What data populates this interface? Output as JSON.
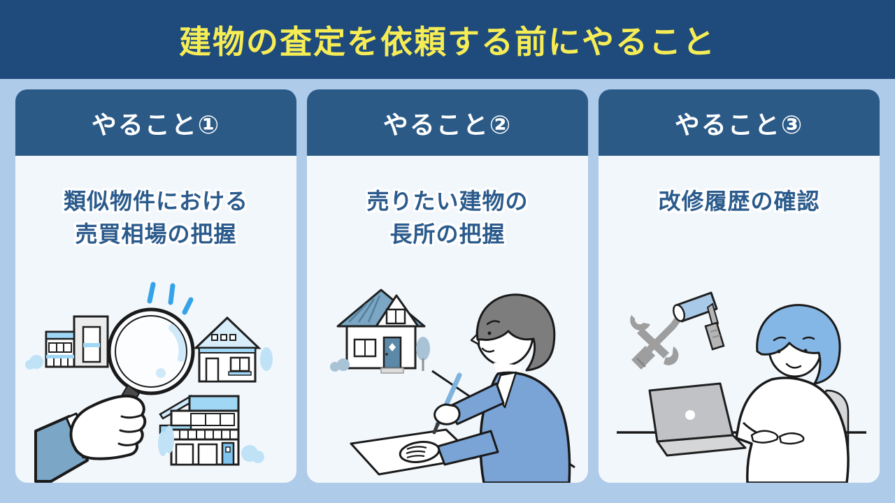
{
  "banner": {
    "title": "建物の査定を依頼する前にやること"
  },
  "cards": [
    {
      "header": "やること①",
      "title_lines": [
        "類似物件における",
        "売買相場の把握"
      ],
      "illustration": "hand-magnifier-comparing-houses"
    },
    {
      "header": "やること②",
      "title_lines": [
        "売りたい建物の",
        "長所の把握"
      ],
      "illustration": "woman-writing-notes-beside-house"
    },
    {
      "header": "やること③",
      "title_lines": [
        "改修履歴の確認"
      ],
      "illustration": "woman-at-laptop-with-renovation-tools"
    }
  ],
  "colors": {
    "page_bg": "#aecbe9",
    "banner_bg": "#1e4b7c",
    "banner_text": "#f6ec55",
    "card_header_bg": "#2b5a87",
    "card_header_text": "#ffffff",
    "card_body_bg": "#f2f7fc",
    "card_title_text": "#2b5b8c",
    "illustration_light_blue": "#9fd7f5",
    "illustration_steel_blue": "#7ba7c4",
    "illustration_cardigan_blue": "#7aa3d6",
    "illustration_outline": "#1a1a1a"
  }
}
